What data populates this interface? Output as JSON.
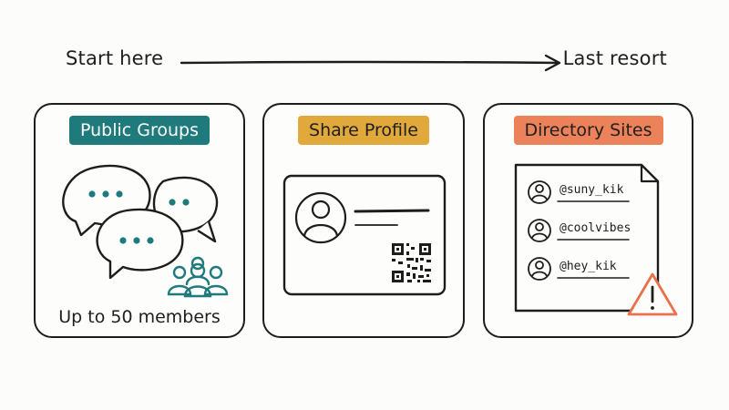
{
  "flow": {
    "start_label": "Start here",
    "end_label": "Last resort"
  },
  "panels": [
    {
      "title": "Public Groups",
      "caption": "Up to 50 members"
    },
    {
      "title": "Share Profile"
    },
    {
      "title": "Directory Sites",
      "handles": [
        "@suny_kik",
        "@coolvibes",
        "@hey_kik"
      ]
    }
  ],
  "colors": {
    "teal": "#1f7a7c",
    "amber": "#e1a83b",
    "coral": "#ec825a",
    "ink": "#1d1d1d"
  }
}
